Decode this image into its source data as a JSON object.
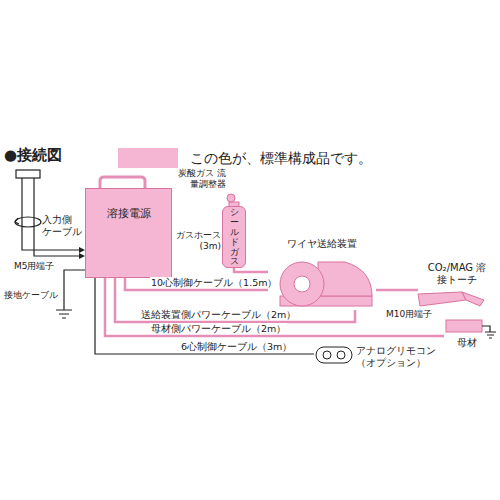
{
  "diagram": {
    "title": "●接続図",
    "nodes": [
      {
        "text": [
          "溶接電源"
        ]
      },
      {
        "text": [
          "シールドガス"
        ]
      },
      {
        "text": [
          "ワイヤ送給装置"
        ]
      },
      {
        "text": [
          "CO₂/MAG 溶接トーチ"
        ]
      },
      {
        "text": [
          "母材"
        ]
      },
      {
        "text": [
          "アナログリモコン （オプション）"
        ]
      }
    ],
    "edges": [
      {
        "from": 1,
        "to": 2,
        "arrow": "none",
        "label": "ガスホース (3m)"
      },
      {
        "from": 0,
        "to": 2,
        "arrow": "none",
        "label": "10心制御ケーブル（1.5m）"
      },
      {
        "from": 0,
        "to": 2,
        "arrow": "none",
        "label": "送給装置側パワーケーブル（2m）"
      },
      {
        "from": 0,
        "to": 4,
        "arrow": "none",
        "label": "母材側パワーケーブル（2m）"
      },
      {
        "from": 0,
        "to": 5,
        "arrow": "none",
        "label": "6心制御ケーブル（3m）"
      },
      {
        "from": 2,
        "to": 3,
        "arrow": "none"
      }
    ],
    "labels": [
      "入力側 ケーブル",
      "M5用端子",
      "接地ケーブル",
      "M10用端子",
      "炭酸ガス 流量調整器"
    ],
    "legend": [
      {
        "text": "この色が、標準構成品です。",
        "color": "#f4b6d2"
      }
    ]
  }
}
